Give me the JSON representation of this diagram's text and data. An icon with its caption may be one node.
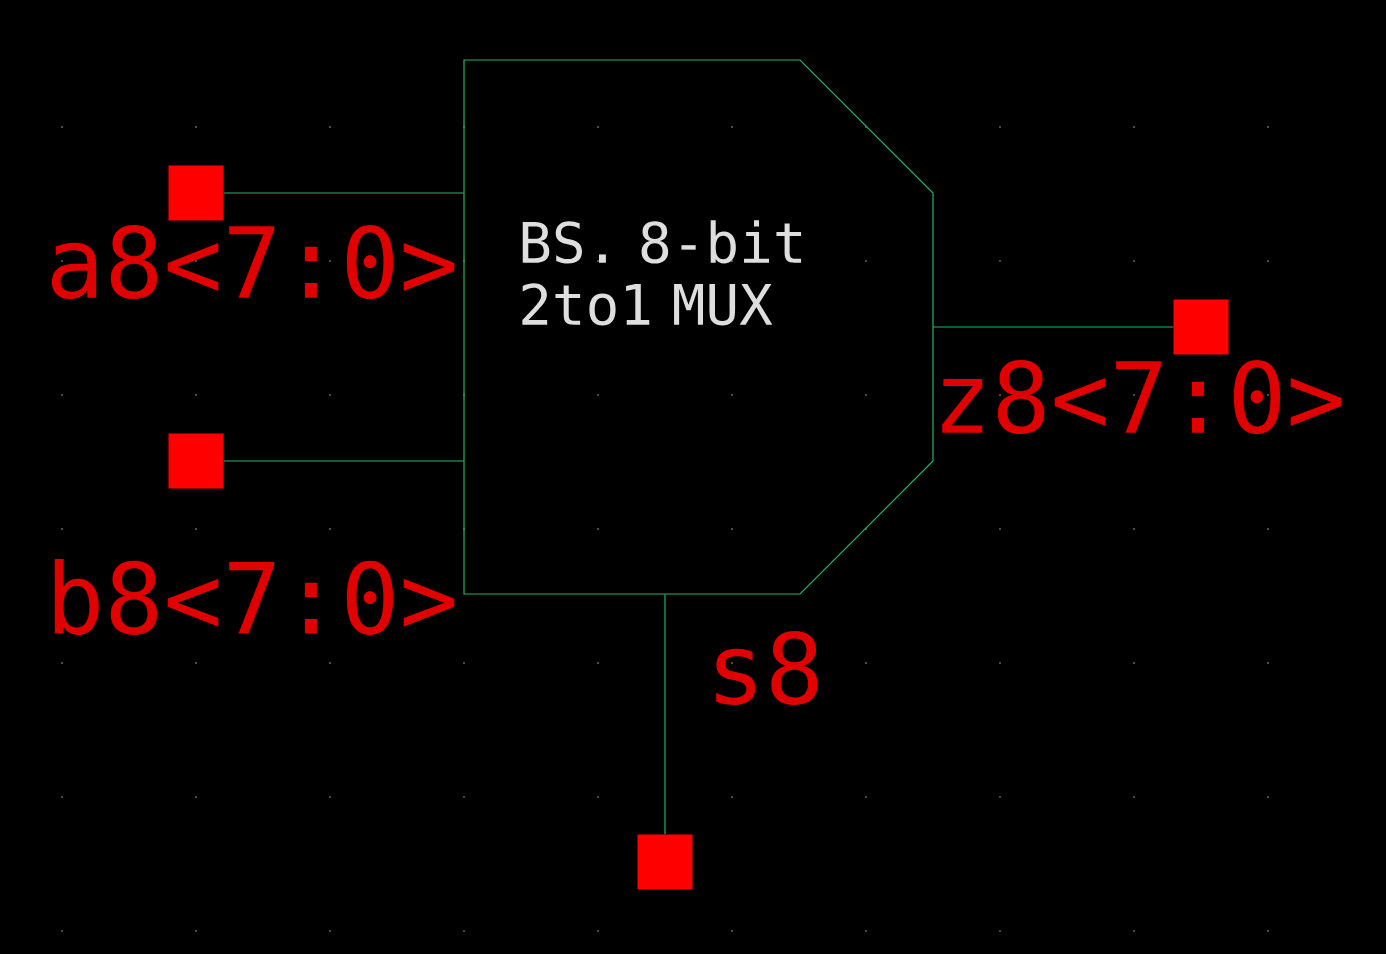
{
  "diagram": {
    "nodes": [
      {
        "text": [
          "BS. 8-bit 2to1 MUX"
        ]
      },
      {
        "text": [
          "a8<7:0>"
        ]
      },
      {
        "text": [
          "b8<7:0>"
        ]
      },
      {
        "text": [
          "z8<7:0>"
        ]
      },
      {
        "text": [
          "s8"
        ]
      }
    ],
    "edges": [
      {
        "from": 1,
        "to": 0,
        "arrow": "none"
      },
      {
        "from": 2,
        "to": 0,
        "arrow": "none"
      },
      {
        "from": 0,
        "to": 3,
        "arrow": "none"
      },
      {
        "from": 4,
        "to": 0,
        "arrow": "none"
      }
    ]
  }
}
